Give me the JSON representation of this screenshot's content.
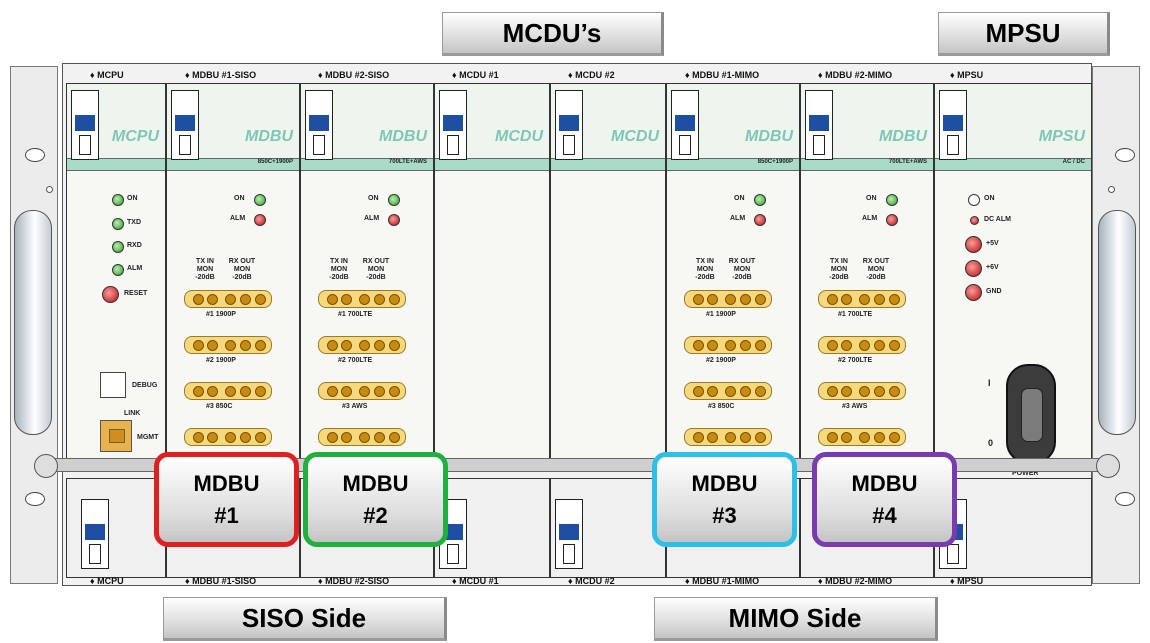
{
  "header_tabs": {
    "mcdus": "MCDU’s",
    "mpsu": "MPSU"
  },
  "footer_tabs": {
    "siso": "SISO Side",
    "mimo": "MIMO Side"
  },
  "slots_top": [
    "♦ MCPU",
    "♦ MDBU #1-SISO",
    "♦ MDBU #2-SISO",
    "♦ MCDU #1",
    "♦ MCDU #2",
    "♦ MDBU #1-MIMO",
    "♦ MDBU #2-MIMO",
    "♦ MPSU"
  ],
  "slots_bottom": [
    "♦ MCPU",
    "♦ MDBU #1-SISO",
    "♦ MDBU #2-SISO",
    "♦ MCDU #1",
    "♦ MCDU #2",
    "♦ MDBU #1-MIMO",
    "♦ MDBU #2-MIMO",
    "♦ MPSU"
  ],
  "modules": {
    "mcpu": {
      "title": "MCPU",
      "leds": [
        "ON",
        "TXD",
        "RXD",
        "ALM"
      ],
      "reset": "RESET",
      "debug": "DEBUG",
      "link": "LINK",
      "mgmt": "MGMT"
    },
    "mdbu1": {
      "title": "MDBU",
      "band": "850C+1900P",
      "ports": [
        "#1 1900P",
        "#2 1900P",
        "#3 850C"
      ]
    },
    "mdbu2": {
      "title": "MDBU",
      "band": "700LTE+AWS",
      "ports": [
        "#1 700LTE",
        "#2 700LTE",
        "#3 AWS"
      ]
    },
    "mcdu1": {
      "title": "MCDU"
    },
    "mcdu2": {
      "title": "MCDU"
    },
    "mdbu3": {
      "title": "MDBU",
      "band": "850C+1900P",
      "ports": [
        "#1 1900P",
        "#2 1900P",
        "#3 850C"
      ]
    },
    "mdbu4": {
      "title": "MDBU",
      "band": "700LTE+AWS",
      "ports": [
        "#1 700LTE",
        "#2 700LTE",
        "#3 AWS"
      ]
    },
    "mpsu": {
      "title": "MPSU",
      "band": "AC / DC",
      "leds": [
        "ON",
        "DC ALM",
        "+5V",
        "+6V",
        "GND"
      ],
      "switch_on": "I",
      "switch_off": "0",
      "switch_label": "POWER"
    }
  },
  "mdbu_common": {
    "on": "ON",
    "alm": "ALM",
    "tx_in": "TX IN\nMON\n-20dB",
    "rx_out": "RX OUT\nMON\n-20dB"
  },
  "overlay_boxes": [
    {
      "line1": "MDBU",
      "line2": "#1",
      "color": "#e02020"
    },
    {
      "line1": "MDBU",
      "line2": "#2",
      "color": "#20b040"
    },
    {
      "line1": "MDBU",
      "line2": "#3",
      "color": "#2cc0e8"
    },
    {
      "line1": "MDBU",
      "line2": "#4",
      "color": "#7a3ab0"
    }
  ]
}
